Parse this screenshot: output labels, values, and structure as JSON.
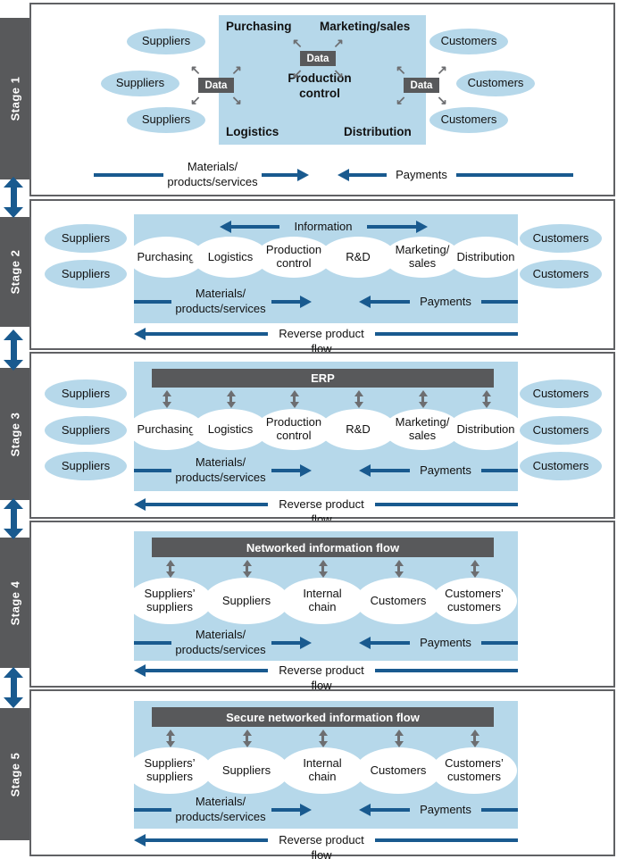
{
  "colors": {
    "light_blue": "#b6d8ea",
    "dark_gray": "#58595b",
    "arrow_blue": "#195a8f",
    "arrow_gray": "#6d6e71"
  },
  "icons": {
    "arrow_nw": "↖",
    "arrow_ne": "↗",
    "arrow_sw": "↙",
    "arrow_se": "↘"
  },
  "stage1": {
    "tab": "Stage 1",
    "suppliers": [
      "Suppliers",
      "Suppliers",
      "Suppliers"
    ],
    "customers": [
      "Customers",
      "Customers",
      "Customers"
    ],
    "departments": {
      "top_left": "Purchasing",
      "top_right": "Marketing/sales",
      "center": "Production\ncontrol",
      "bottom_left": "Logistics",
      "bottom_right": "Distribution"
    },
    "data_boxes": [
      "Data",
      "Data",
      "Data"
    ],
    "flows": {
      "materials": "Materials/\nproducts/services",
      "payments": "Payments"
    }
  },
  "stage2": {
    "tab": "Stage 2",
    "suppliers": [
      "Suppliers",
      "Suppliers"
    ],
    "customers": [
      "Customers",
      "Customers"
    ],
    "information": "Information",
    "departments": [
      "Purchasing",
      "Logistics",
      "Production\ncontrol",
      "R&D",
      "Marketing/\nsales",
      "Distribution"
    ],
    "flows": {
      "materials": "Materials/\nproducts/services",
      "payments": "Payments",
      "reverse": "Reverse product flow"
    }
  },
  "stage3": {
    "tab": "Stage 3",
    "suppliers": [
      "Suppliers",
      "Suppliers",
      "Suppliers"
    ],
    "customers": [
      "Customers",
      "Customers",
      "Customers"
    ],
    "bar": "ERP",
    "departments": [
      "Purchasing",
      "Logistics",
      "Production\ncontrol",
      "R&D",
      "Marketing/\nsales",
      "Distribution"
    ],
    "flows": {
      "materials": "Materials/\nproducts/services",
      "payments": "Payments",
      "reverse": "Reverse product flow"
    }
  },
  "stage4": {
    "tab": "Stage 4",
    "bar": "Networked information flow",
    "entities": [
      "Suppliers’\nsuppliers",
      "Suppliers",
      "Internal\nchain",
      "Customers",
      "Customers’\ncustomers"
    ],
    "flows": {
      "materials": "Materials/\nproducts/services",
      "payments": "Payments",
      "reverse": "Reverse product flow"
    }
  },
  "stage5": {
    "tab": "Stage 5",
    "bar": "Secure networked information flow",
    "entities": [
      "Suppliers’\nsuppliers",
      "Suppliers",
      "Internal\nchain",
      "Customers",
      "Customers’\ncustomers"
    ],
    "flows": {
      "materials": "Materials/\nproducts/services",
      "payments": "Payments",
      "reverse": "Reverse product flow"
    }
  }
}
